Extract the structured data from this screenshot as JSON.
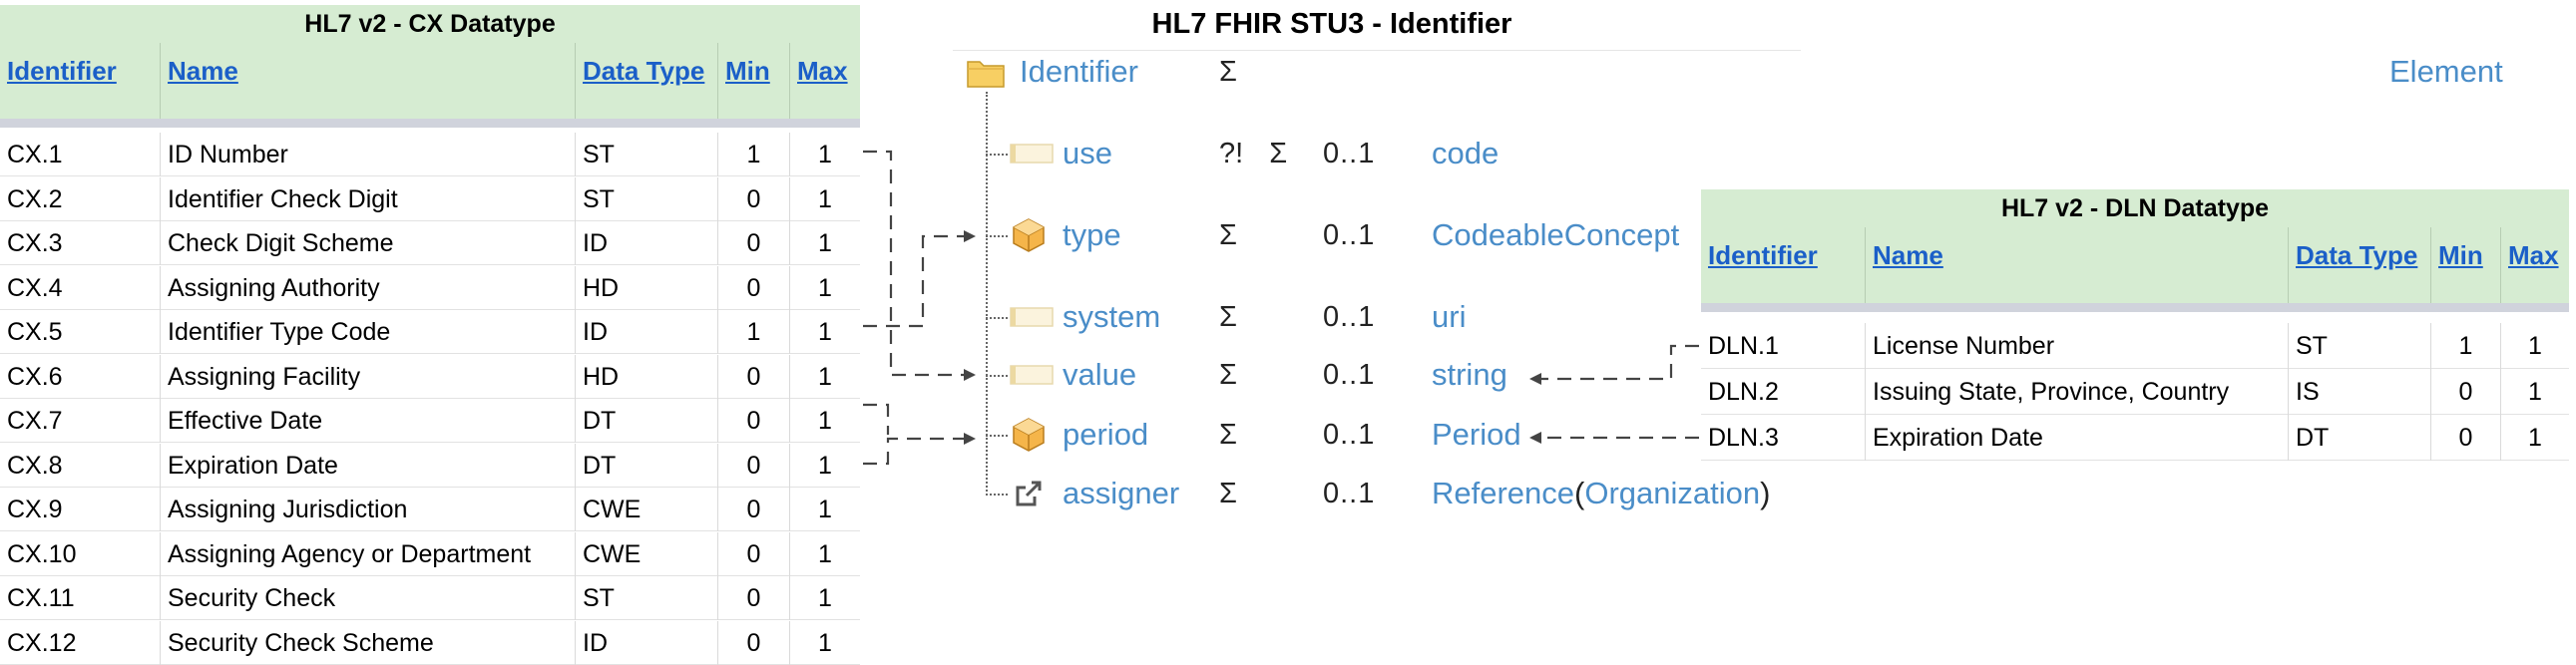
{
  "cx_table": {
    "title": "HL7 v2 - CX Datatype",
    "headers": [
      "Identifier",
      "Name",
      "Data Type",
      "Min",
      "Max"
    ],
    "rows": [
      [
        "CX.1",
        "ID Number",
        "ST",
        "1",
        "1"
      ],
      [
        "CX.2",
        "Identifier Check Digit",
        "ST",
        "0",
        "1"
      ],
      [
        "CX.3",
        "Check Digit Scheme",
        "ID",
        "0",
        "1"
      ],
      [
        "CX.4",
        "Assigning Authority",
        "HD",
        "0",
        "1"
      ],
      [
        "CX.5",
        "Identifier Type Code",
        "ID",
        "1",
        "1"
      ],
      [
        "CX.6",
        "Assigning Facility",
        "HD",
        "0",
        "1"
      ],
      [
        "CX.7",
        "Effective Date",
        "DT",
        "0",
        "1"
      ],
      [
        "CX.8",
        "Expiration Date",
        "DT",
        "0",
        "1"
      ],
      [
        "CX.9",
        "Assigning Jurisdiction",
        "CWE",
        "0",
        "1"
      ],
      [
        "CX.10",
        "Assigning Agency or Department",
        "CWE",
        "0",
        "1"
      ],
      [
        "CX.11",
        "Security Check",
        "ST",
        "0",
        "1"
      ],
      [
        "CX.12",
        "Security Check Scheme",
        "ID",
        "0",
        "1"
      ]
    ]
  },
  "dln_table": {
    "title": "HL7 v2 - DLN Datatype",
    "headers": [
      "Identifier",
      "Name",
      "Data Type",
      "Min",
      "Max"
    ],
    "rows": [
      [
        "DLN.1",
        "License Number",
        "ST",
        "1",
        "1"
      ],
      [
        "DLN.2",
        "Issuing State, Province, Country",
        "IS",
        "0",
        "1"
      ],
      [
        "DLN.3",
        "Expiration Date",
        "DT",
        "0",
        "1"
      ]
    ]
  },
  "fhir": {
    "title": "HL7 FHIR STU3 - Identifier",
    "root": {
      "name": "Identifier",
      "flags": "Σ",
      "type": "Element"
    },
    "elements": [
      {
        "name": "use",
        "icon": "primitive-icon",
        "flags": "?! Σ",
        "card": "0..1",
        "type": "code"
      },
      {
        "name": "type",
        "icon": "datatype-icon",
        "flags": "Σ",
        "card": "0..1",
        "type": "CodeableConcept"
      },
      {
        "name": "system",
        "icon": "primitive-icon",
        "flags": "Σ",
        "card": "0..1",
        "type": "uri"
      },
      {
        "name": "value",
        "icon": "primitive-icon",
        "flags": "Σ",
        "card": "0..1",
        "type": "string"
      },
      {
        "name": "period",
        "icon": "datatype-icon",
        "flags": "Σ",
        "card": "0..1",
        "type": "Period"
      },
      {
        "name": "assigner",
        "icon": "reference-icon",
        "flags": "Σ",
        "card": "0..1",
        "type": "Reference",
        "type_open": "(",
        "type_target": "Organization",
        "type_close": ")"
      }
    ]
  },
  "colors": {
    "table_header": "#d6ecd2",
    "link_blue": "#1b5fc8",
    "fhir_blue": "#4a8dc8",
    "connector": "#444444"
  }
}
